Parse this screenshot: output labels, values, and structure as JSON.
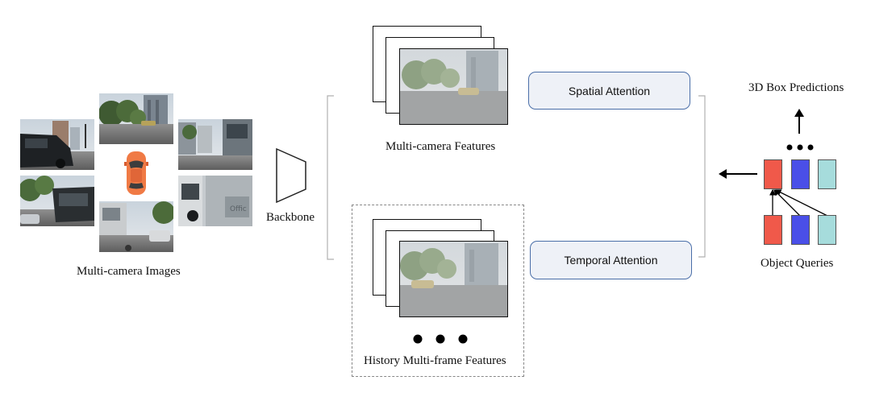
{
  "labels": {
    "multi_camera_images": "Multi-camera Images",
    "backbone": "Backbone",
    "multi_camera_features": "Multi-camera Features",
    "history_features": "History Multi-frame Features",
    "spatial_attention": "Spatial Attention",
    "temporal_attention": "Temporal Attention",
    "box_predictions": "3D Box Predictions",
    "object_queries": "Object Queries"
  },
  "colors": {
    "query_red": "#f0594a",
    "query_blue": "#4a4fe8",
    "query_cyan": "#a6dcdc",
    "attention_border": "#4a6ea8",
    "attention_fill": "#eef1f7",
    "car": "#f07a45"
  },
  "icons": {
    "ego_car": "car-top-view-icon",
    "ellipsis": "ellipsis-dots-icon",
    "arrow_up": "arrow-up-icon",
    "arrow_left": "arrow-left-icon"
  }
}
